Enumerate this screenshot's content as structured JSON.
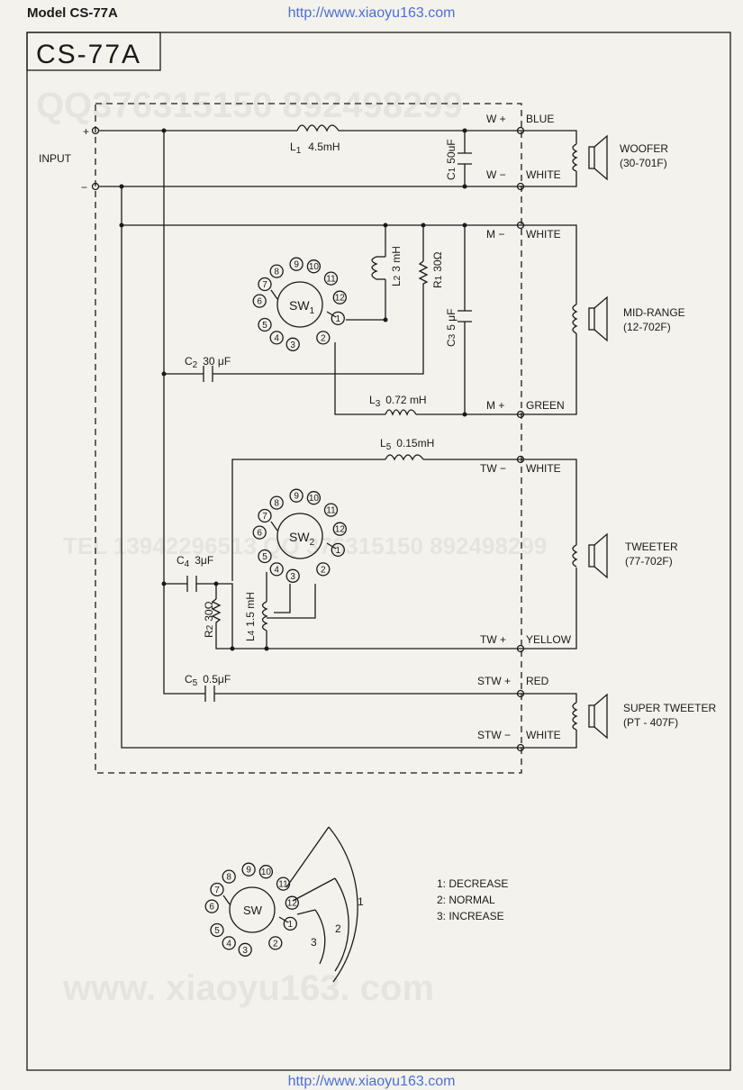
{
  "header": {
    "model": "Model CS-77A",
    "url_top": "http://www.xiaoyu163.com",
    "url_bottom": "http://www.xiaoyu163.com"
  },
  "diagram": {
    "title": "CS-77A",
    "input": {
      "label": "INPUT",
      "plus": "+",
      "minus": "−"
    },
    "components": {
      "L1": {
        "name": "L",
        "sub": "1",
        "value": "4.5mH"
      },
      "C1": {
        "name": "C",
        "sub": "1",
        "value": "50uF"
      },
      "L2": {
        "name": "L",
        "sub": "2",
        "value": "3 mH"
      },
      "R1": {
        "name": "R",
        "sub": "1",
        "value": "30Ω"
      },
      "C3": {
        "name": "C",
        "sub": "3",
        "value": "5 μF"
      },
      "C2": {
        "name": "C",
        "sub": "2",
        "value": "30 μF"
      },
      "L3": {
        "name": "L",
        "sub": "3",
        "value": "0.72 mH"
      },
      "L5": {
        "name": "L",
        "sub": "5",
        "value": "0.15mH"
      },
      "C4": {
        "name": "C",
        "sub": "4",
        "value": "3μF"
      },
      "R2": {
        "name": "R",
        "sub": "2",
        "value": "30Ω"
      },
      "L4": {
        "name": "L",
        "sub": "4",
        "value": "1.5 mH"
      },
      "C5": {
        "name": "C",
        "sub": "5",
        "value": "0.5μF"
      }
    },
    "switches": {
      "sw1": "SW",
      "sw1_sub": "1",
      "sw2": "SW",
      "sw2_sub": "2",
      "sw": "SW",
      "positions": [
        "1",
        "2",
        "3",
        "4",
        "5",
        "6",
        "7",
        "8",
        "9",
        "10",
        "11",
        "12"
      ]
    },
    "terminals": {
      "w_plus": "W  +",
      "w_plus_color": "BLUE",
      "w_minus": "W  −",
      "w_minus_color": "WHITE",
      "m_minus": "M  −",
      "m_minus_color": "WHITE",
      "m_plus": "M  +",
      "m_plus_color": "GREEN",
      "tw_minus": "TW −",
      "tw_minus_color": "WHITE",
      "tw_plus": "TW +",
      "tw_plus_color": "YELLOW",
      "stw_plus": "STW +",
      "stw_plus_color": "RED",
      "stw_minus": "STW −",
      "stw_minus_color": "WHITE"
    },
    "speakers": {
      "woofer": {
        "name": "WOOFER",
        "model": "(30-701F)"
      },
      "mid": {
        "name": "MID-RANGE",
        "model": "(12-702F)"
      },
      "tweeter": {
        "name": "TWEETER",
        "model": "(77-702F)"
      },
      "super": {
        "name": "SUPER TWEETER",
        "model": "(PT - 407F)"
      }
    },
    "legend": [
      "1: DECREASE",
      "2: NORMAL",
      "3: INCREASE"
    ],
    "arc_labels": [
      "1",
      "2",
      "3"
    ],
    "watermarks": [
      "QQ376315150  892498299",
      "TEL 13942296513  QQ 376315150  892498299",
      "www. xiaoyu163. com"
    ]
  }
}
